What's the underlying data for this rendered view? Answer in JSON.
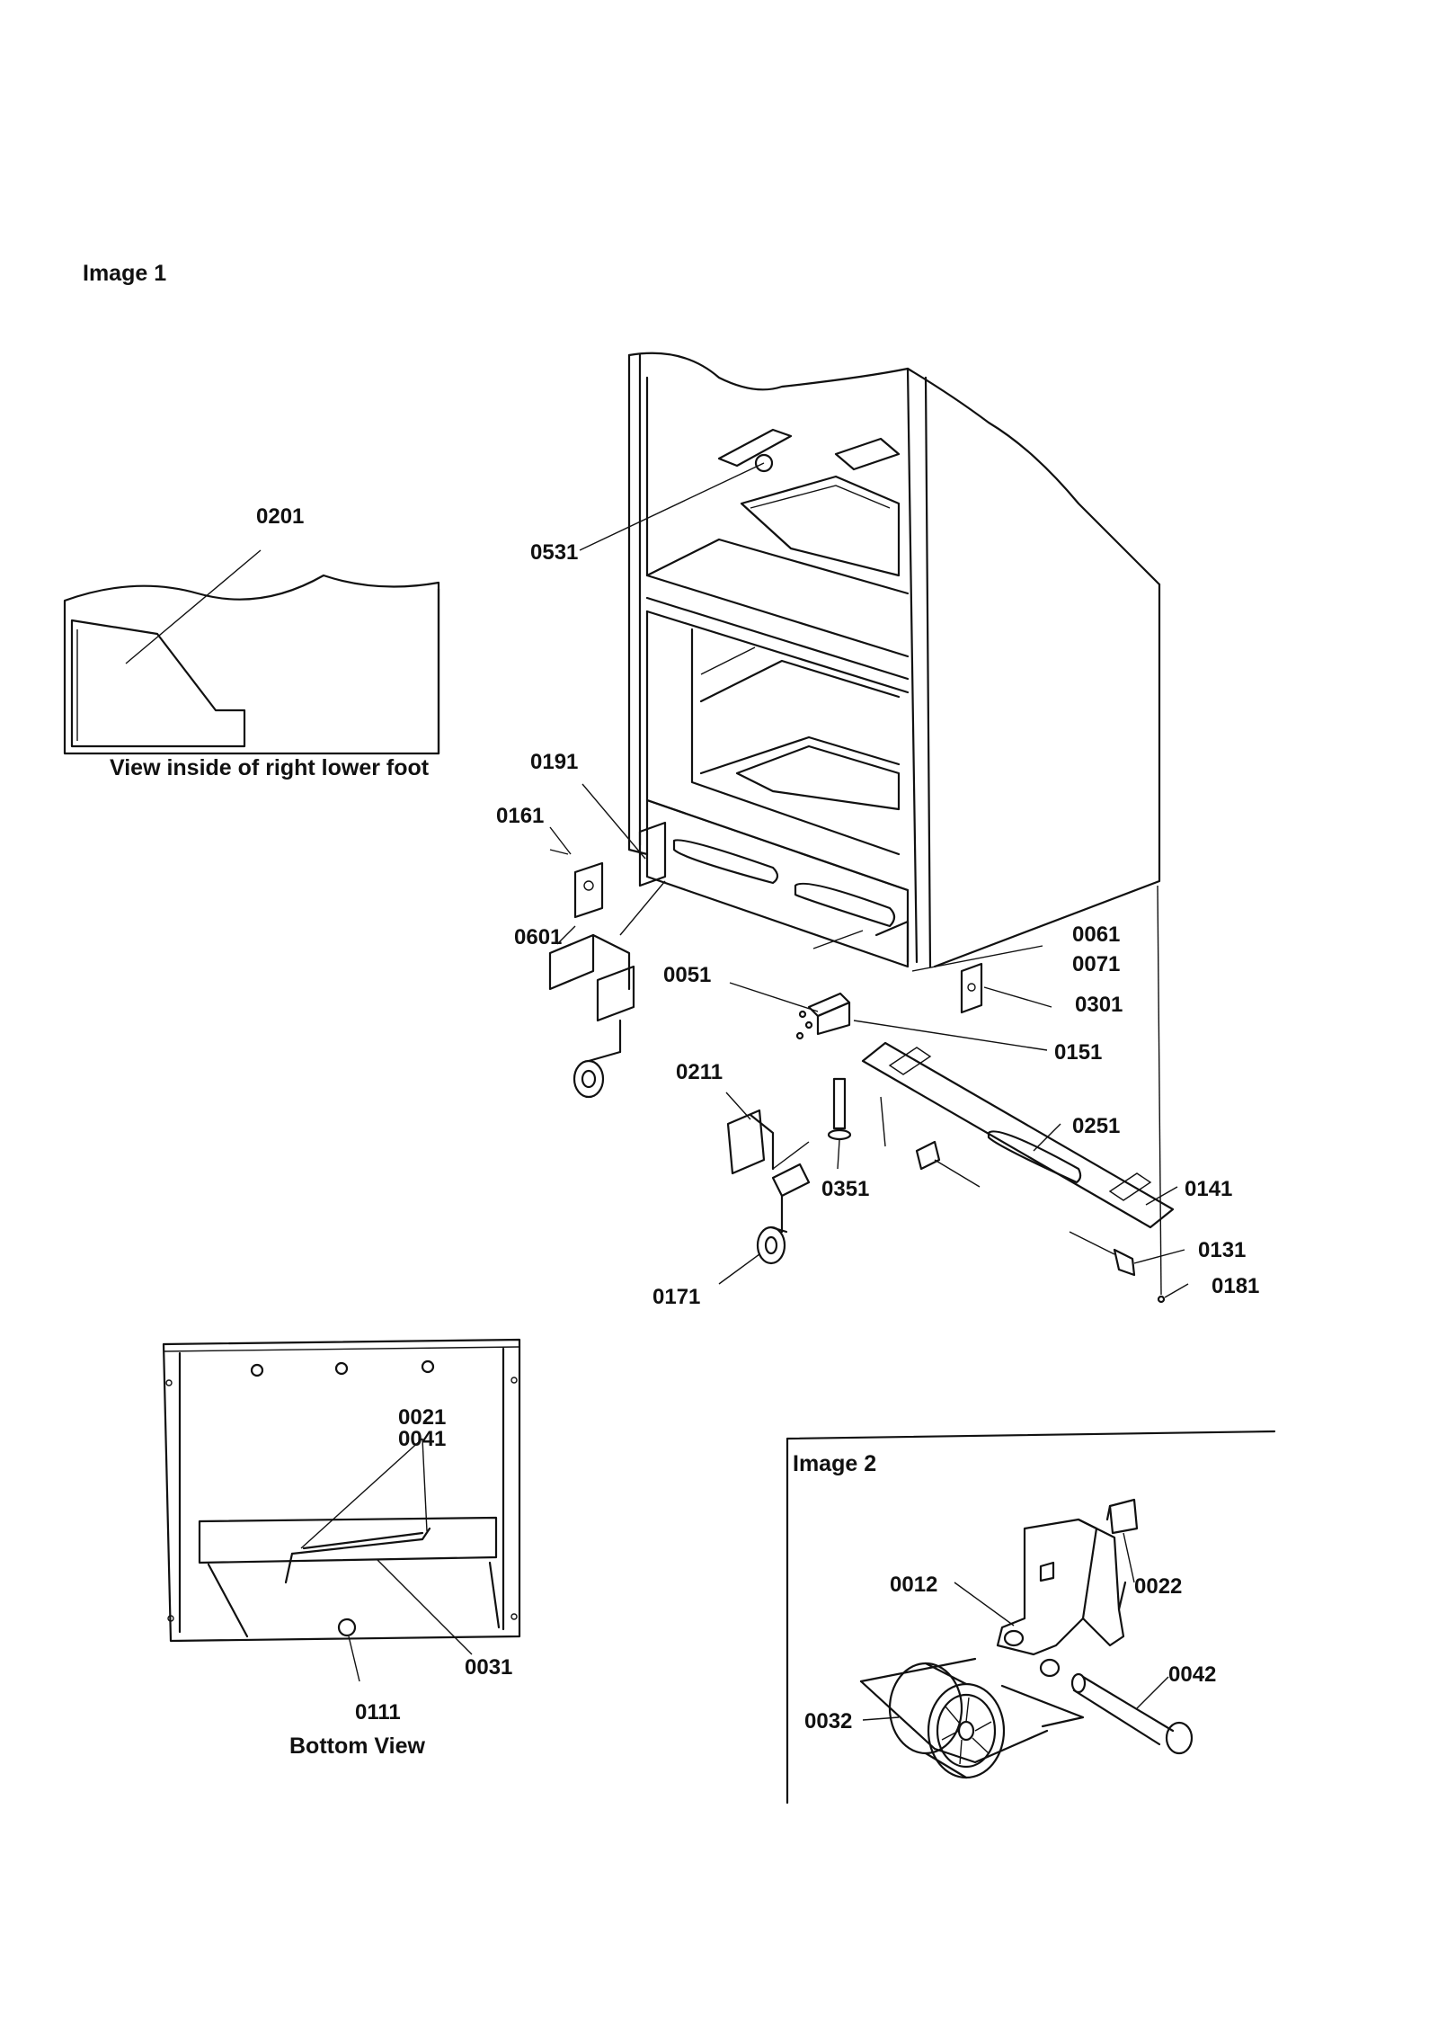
{
  "captions": {
    "image1": "Image 1",
    "image2": "Image 2",
    "foot_view": "View inside of right lower foot",
    "bottom_view": "Bottom View"
  },
  "callouts": {
    "p0201": "0201",
    "p0531": "0531",
    "p0191": "0191",
    "p0161": "0161",
    "p0601": "0601",
    "p0061": "0061",
    "p0071": "0071",
    "p0051": "0051",
    "p0301": "0301",
    "p0151": "0151",
    "p0211": "0211",
    "p0251": "0251",
    "p0351": "0351",
    "p0141": "0141",
    "p0131": "0131",
    "p0171": "0171",
    "p0181": "0181",
    "p0021": "0021",
    "p0041": "0041",
    "p0031": "0031",
    "p0111": "0111",
    "p0012": "0012",
    "p0022": "0022",
    "p0042": "0042",
    "p0032": "0032"
  }
}
